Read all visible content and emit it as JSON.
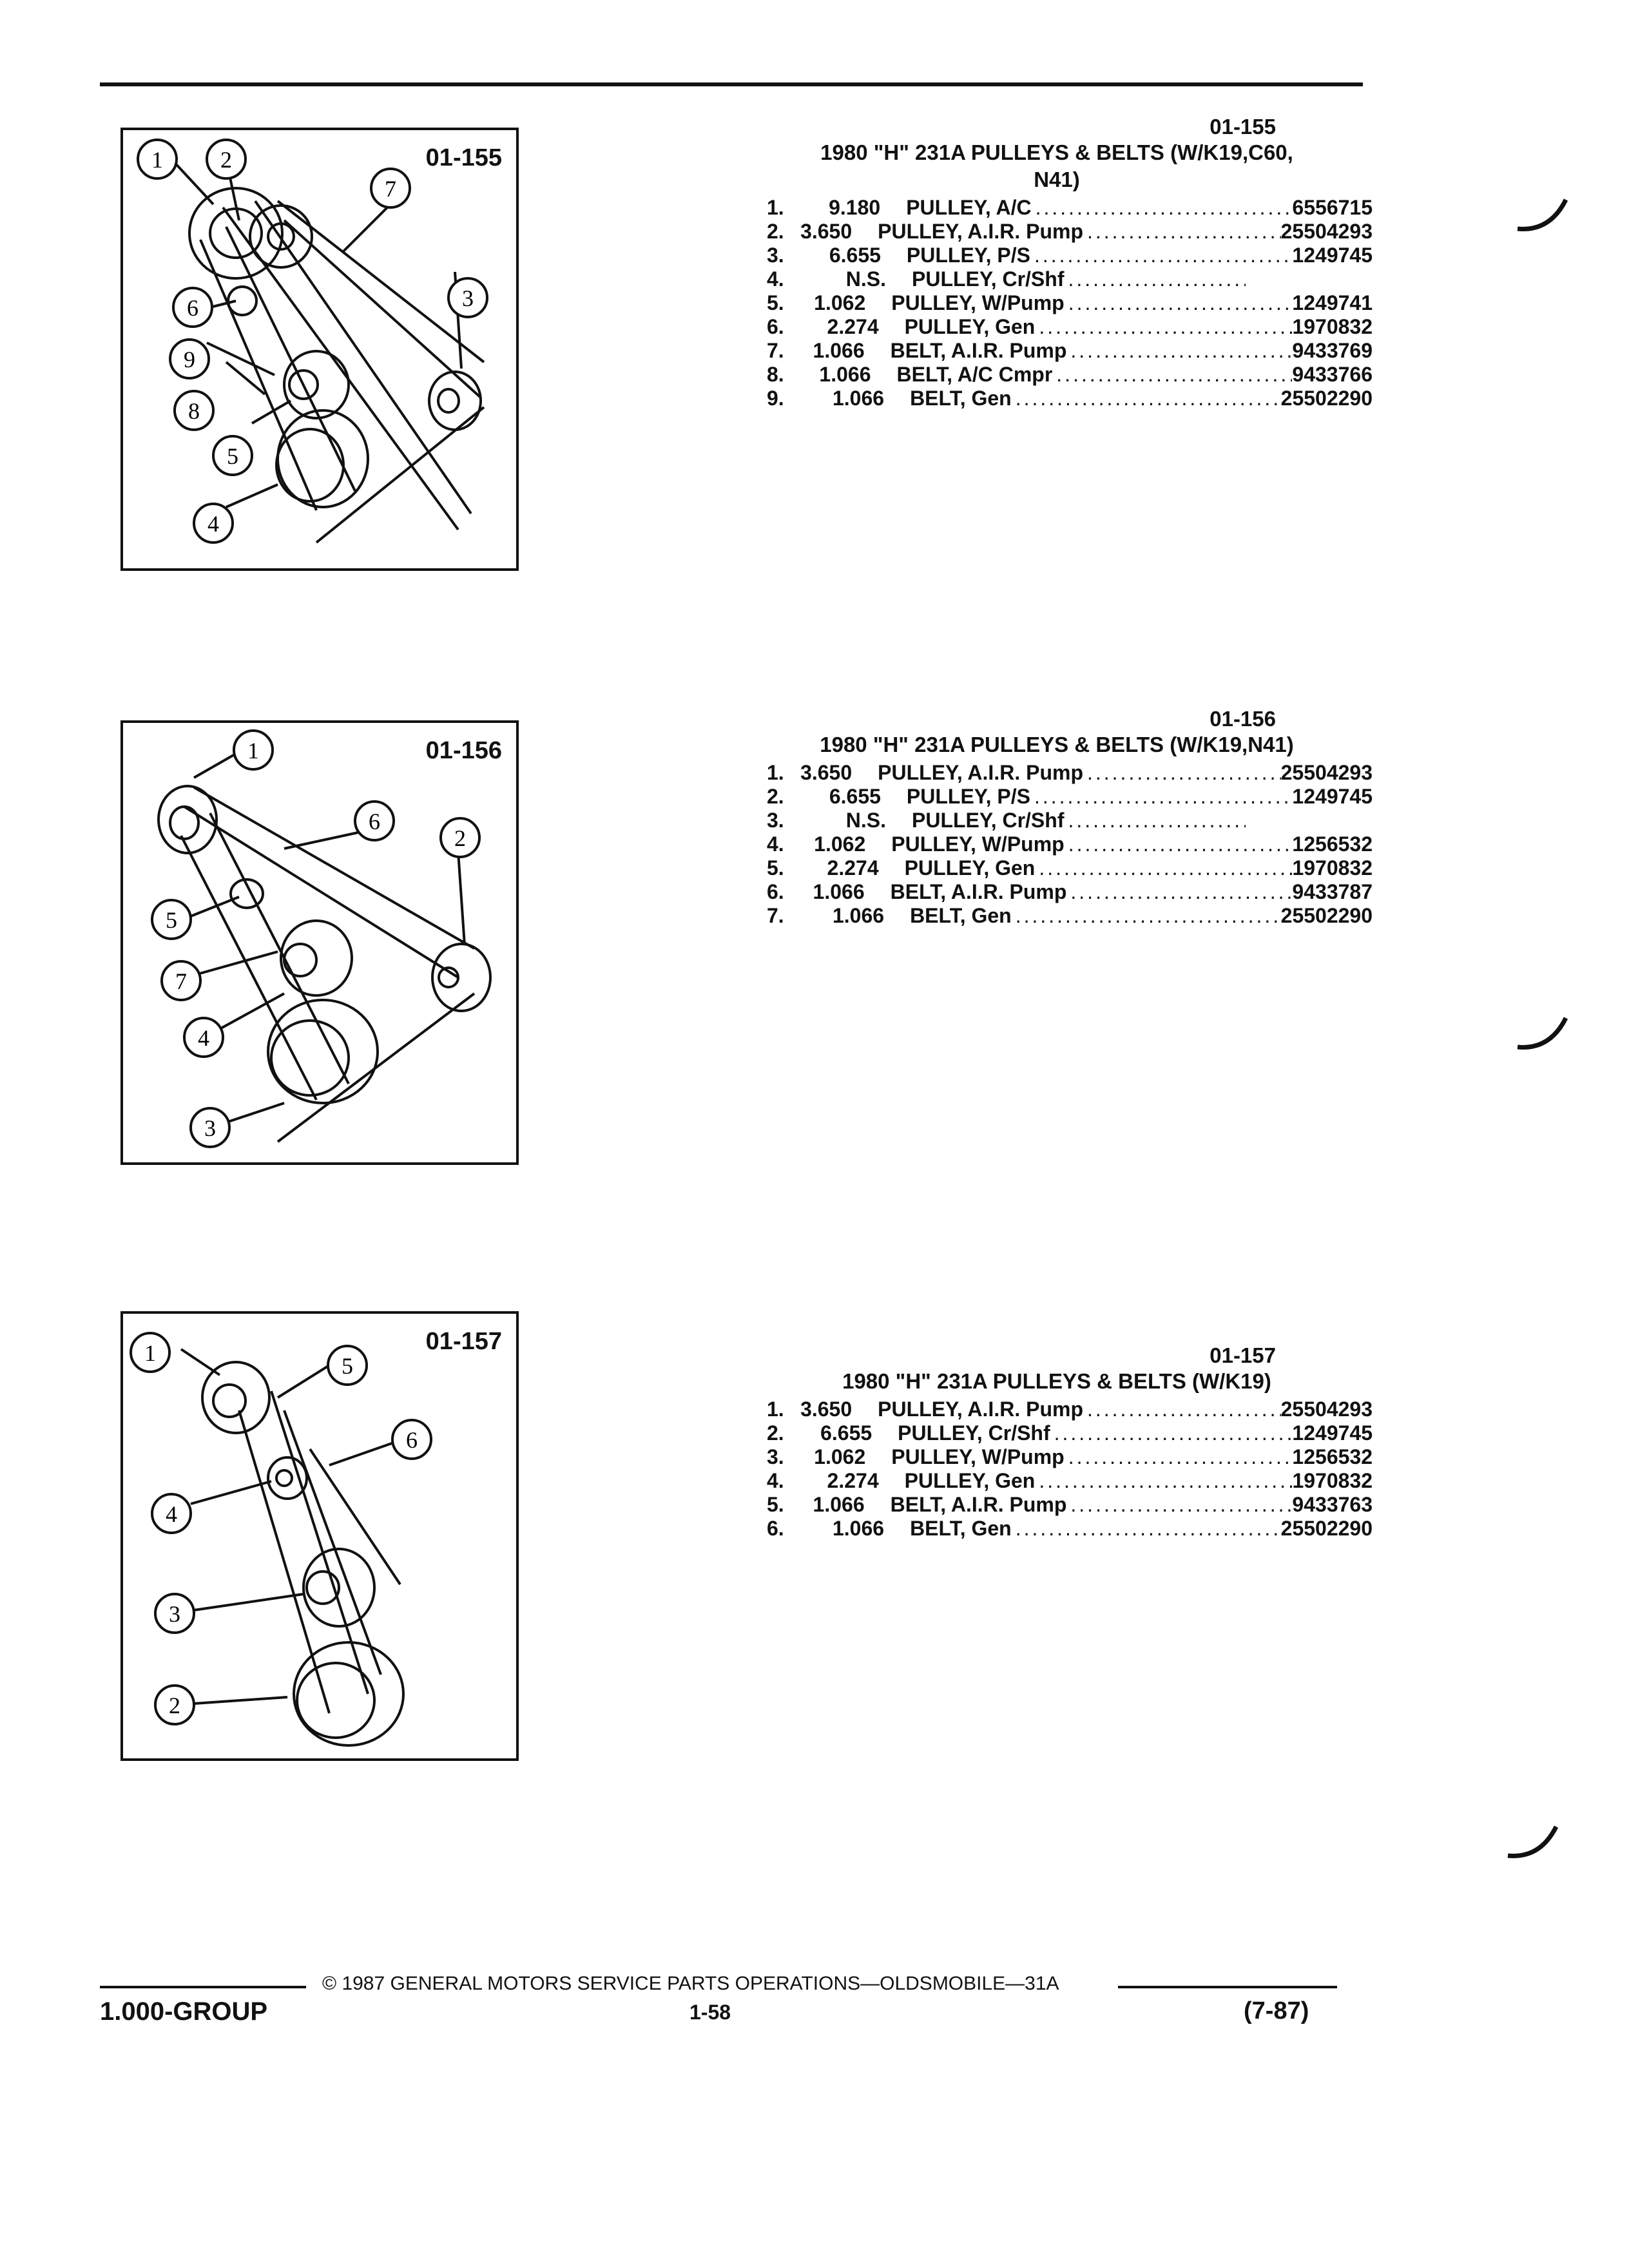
{
  "sections": [
    {
      "figure_label": "01-155",
      "code": "01-155",
      "title_line1": "1980 \"H\" 231A PULLEYS & BELTS (W/K19,C60,",
      "title_line2": "N41)",
      "parts": [
        {
          "num": "1.",
          "qty": "9.180",
          "desc": "PULLEY, A/C",
          "pn": "6556715"
        },
        {
          "num": "2.",
          "qty": "3.650",
          "desc": "PULLEY, A.I.R. Pump",
          "pn": "25504293"
        },
        {
          "num": "3.",
          "qty": "6.655",
          "desc": "PULLEY, P/S",
          "pn": "1249745"
        },
        {
          "num": "4.",
          "qty": "N.S.",
          "desc": "PULLEY, Cr/Shf",
          "pn": ""
        },
        {
          "num": "5.",
          "qty": "1.062",
          "desc": "PULLEY, W/Pump",
          "pn": "1249741"
        },
        {
          "num": "6.",
          "qty": "2.274",
          "desc": "PULLEY, Gen",
          "pn": "1970832"
        },
        {
          "num": "7.",
          "qty": "1.066",
          "desc": "BELT, A.I.R. Pump",
          "pn": "9433769"
        },
        {
          "num": "8.",
          "qty": "1.066",
          "desc": "BELT, A/C Cmpr",
          "pn": "9433766"
        },
        {
          "num": "9.",
          "qty": "1.066",
          "desc": "BELT, Gen",
          "pn": "25502290"
        }
      ],
      "callouts": [
        "1",
        "2",
        "7",
        "6",
        "3",
        "9",
        "8",
        "5",
        "4"
      ]
    },
    {
      "figure_label": "01-156",
      "code": "01-156",
      "title_line1": "1980 \"H\" 231A PULLEYS & BELTS (W/K19,N41)",
      "title_line2": "",
      "parts": [
        {
          "num": "1.",
          "qty": "3.650",
          "desc": "PULLEY, A.I.R. Pump",
          "pn": "25504293"
        },
        {
          "num": "2.",
          "qty": "6.655",
          "desc": "PULLEY, P/S",
          "pn": "1249745"
        },
        {
          "num": "3.",
          "qty": "N.S.",
          "desc": "PULLEY, Cr/Shf",
          "pn": ""
        },
        {
          "num": "4.",
          "qty": "1.062",
          "desc": "PULLEY, W/Pump",
          "pn": "1256532"
        },
        {
          "num": "5.",
          "qty": "2.274",
          "desc": "PULLEY, Gen",
          "pn": "1970832"
        },
        {
          "num": "6.",
          "qty": "1.066",
          "desc": "BELT, A.I.R. Pump",
          "pn": "9433787"
        },
        {
          "num": "7.",
          "qty": "1.066",
          "desc": "BELT, Gen",
          "pn": "25502290"
        }
      ],
      "callouts": [
        "1",
        "6",
        "2",
        "5",
        "7",
        "4",
        "3"
      ]
    },
    {
      "figure_label": "01-157",
      "code": "01-157",
      "title_line1": "1980 \"H\" 231A PULLEYS & BELTS (W/K19)",
      "title_line2": "",
      "parts": [
        {
          "num": "1.",
          "qty": "3.650",
          "desc": "PULLEY, A.I.R. Pump",
          "pn": "25504293"
        },
        {
          "num": "2.",
          "qty": "6.655",
          "desc": "PULLEY, Cr/Shf",
          "pn": "1249745"
        },
        {
          "num": "3.",
          "qty": "1.062",
          "desc": "PULLEY, W/Pump",
          "pn": "1256532"
        },
        {
          "num": "4.",
          "qty": "2.274",
          "desc": "PULLEY, Gen",
          "pn": "1970832"
        },
        {
          "num": "5.",
          "qty": "1.066",
          "desc": "BELT, A.I.R. Pump",
          "pn": "9433763"
        },
        {
          "num": "6.",
          "qty": "1.066",
          "desc": "BELT, Gen",
          "pn": "25502290"
        }
      ],
      "callouts": [
        "1",
        "5",
        "6",
        "4",
        "3",
        "2"
      ]
    }
  ],
  "footer": {
    "copyright": "© 1987 GENERAL MOTORS SERVICE PARTS OPERATIONS—OLDSMOBILE—31A",
    "group": "1.000-GROUP",
    "page": "1-58",
    "date": "(7-87)"
  }
}
